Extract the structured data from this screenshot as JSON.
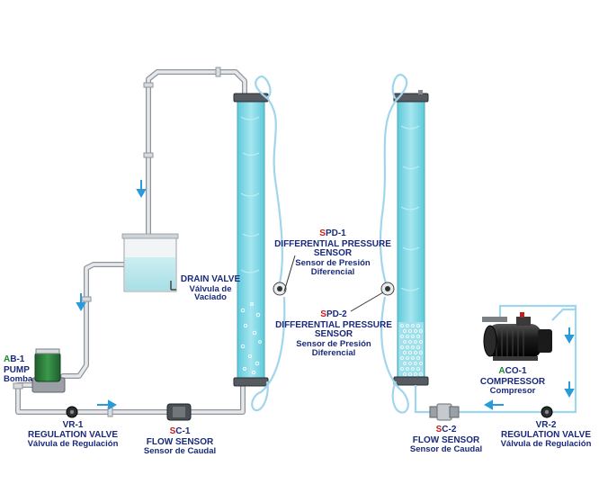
{
  "components": {
    "ab1": {
      "prefix": "A",
      "rest": "B-1",
      "name": "PUMP",
      "sub": "Bomba"
    },
    "vr1": {
      "code": "VR-1",
      "name": "REGULATION VALVE",
      "sub": "Válvula de Regulación"
    },
    "sc1": {
      "prefix": "S",
      "rest": "C-1",
      "name": "FLOW SENSOR",
      "sub": "Sensor de Caudal"
    },
    "drain": {
      "name": "DRAIN VALVE",
      "sub1": "Válvula de",
      "sub2": "Vaciado"
    },
    "spd1": {
      "prefix": "S",
      "rest": "PD-1",
      "name1": "DIFFERENTIAL PRESSURE",
      "name2": "SENSOR",
      "sub1": "Sensor de Presión",
      "sub2": "Diferencial"
    },
    "spd2": {
      "prefix": "S",
      "rest": "PD-2",
      "name1": "DIFFERENTIAL PRESSURE",
      "name2": "SENSOR",
      "sub1": "Sensor de Presión",
      "sub2": "Diferencial"
    },
    "sc2": {
      "prefix": "S",
      "rest": "C-2",
      "name": "FLOW SENSOR",
      "sub": "Sensor de Caudal"
    },
    "aco1": {
      "prefix": "A",
      "rest": "CO-1",
      "name": "COMPRESSOR",
      "sub": "Compresor"
    },
    "vr2": {
      "code": "VR-2",
      "name": "REGULATION VALVE",
      "sub": "Válvula de Regulación"
    }
  },
  "colors": {
    "pipe": "#c8ccd2",
    "hose": "#9fd6ee",
    "water": "#7fd7e6",
    "arrow": "#2a9ad8",
    "label": "#1a2a7a",
    "accent_red": "#d01a1a",
    "accent_green": "#1a8a2a",
    "pump_green": "#2a7a3a"
  }
}
